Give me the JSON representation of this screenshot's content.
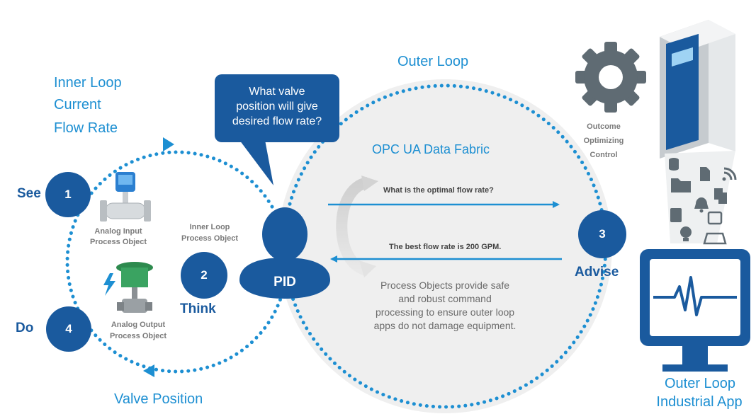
{
  "labels": {
    "outer_loop": "Outer Loop",
    "inner_loop_lines": [
      "Inner Loop",
      "Current",
      "Flow Rate"
    ],
    "opc": "OPC UA Data Fabric",
    "valve_position": "Valve Position",
    "outer_app_lines": [
      "Outer Loop",
      "Industrial App"
    ],
    "outcome_lines": [
      "Outcome",
      "Optimizing",
      "Control"
    ]
  },
  "speech_bubble": [
    "What valve",
    "position will give",
    "desired flow rate?"
  ],
  "steps": [
    {
      "num": "1",
      "label": "See"
    },
    {
      "num": "2",
      "label": "Think"
    },
    {
      "num": "3",
      "label": "Advise"
    },
    {
      "num": "4",
      "label": "Do"
    }
  ],
  "process_objects": {
    "analog_input": [
      "Analog Input",
      "Process Object"
    ],
    "analog_output": [
      "Analog Output",
      "Process Object"
    ],
    "inner_loop": [
      "Inner Loop",
      "Process Object"
    ]
  },
  "pid": "PID",
  "messages": {
    "question": "What is the optimal flow rate?",
    "answer": "The best flow rate is 200 GPM."
  },
  "description": [
    "Process Objects provide safe",
    "and robust command",
    "processing to ensure outer loop",
    "apps do not damage equipment."
  ],
  "colors": {
    "brand_blue": "#1a5a9e",
    "accent_blue": "#1d8fd2",
    "icon_gray": "#5f6b73",
    "fabric_gray": "#efefef"
  },
  "icons": [
    "gear-icon",
    "server-device-icon",
    "monitor-heartbeat-icon",
    "lightning-icon",
    "person-icon",
    "cycle-arrow-icon",
    "database-icon",
    "bell-icon",
    "bulb-icon"
  ]
}
